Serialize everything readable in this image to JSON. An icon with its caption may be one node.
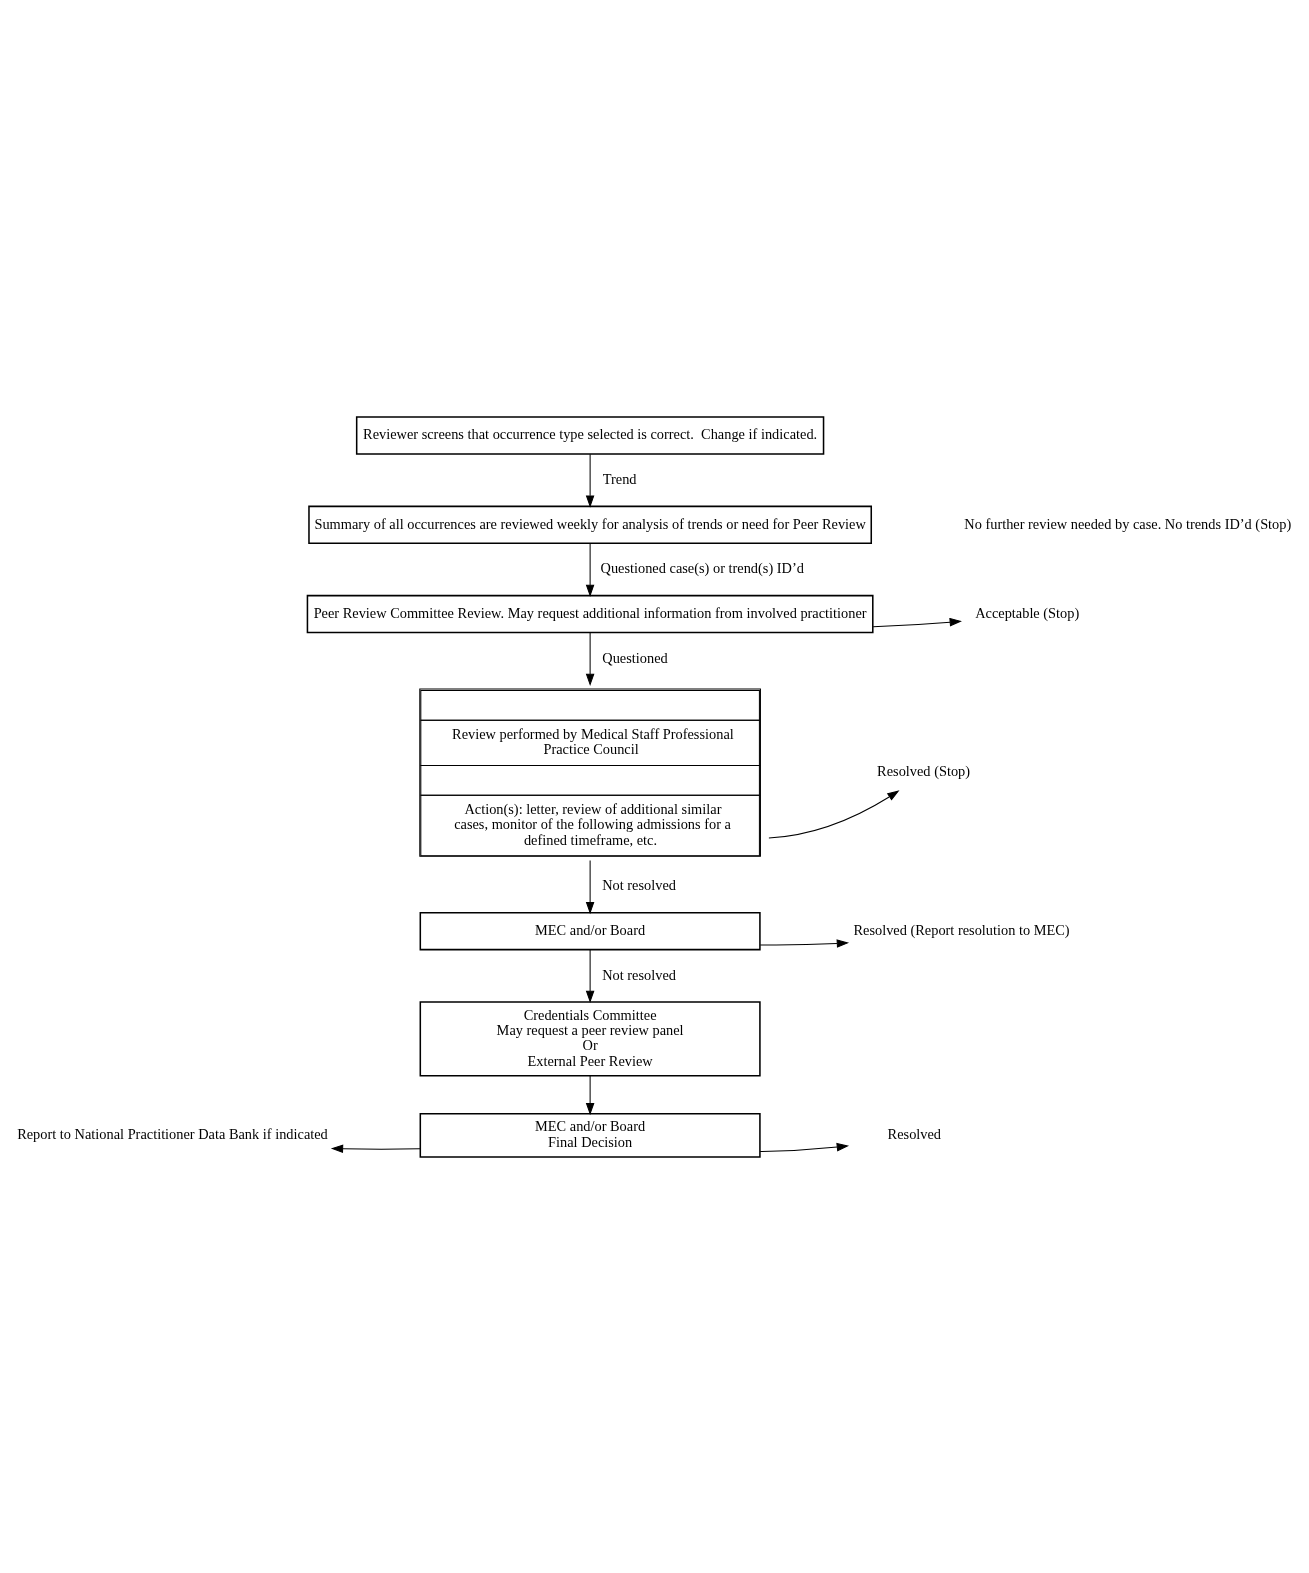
{
  "diagram": {
    "nodes": [
      {
        "text": [
          "Reviewer screens that occurrence type selected is correct.  Change if indicated."
        ]
      },
      {
        "text": [
          "Summary of all occurrences are reviewed weekly for analysis of trends or need for Peer Review"
        ]
      },
      {
        "text": [
          "Peer Review Committee Review. May request additional information from involved practitioner"
        ]
      },
      {
        "text": [
          "Acceptable (Stop)"
        ]
      },
      {
        "text": [
          "Review performed by Medical Staff Professional Practice Council",
          "Action(s): letter, review of additional similar cases, monitor of the following admissions for a defined timeframe, etc."
        ]
      },
      {
        "text": [
          "Resolved (Stop)"
        ]
      },
      {
        "text": [
          "MEC and/or Board"
        ]
      },
      {
        "text": [
          "Resolved (Report resolution to MEC)"
        ]
      },
      {
        "text": [
          "Credentials Committee",
          "May request a peer review panel",
          "Or",
          "External Peer Review"
        ]
      },
      {
        "text": [
          "MEC and/or Board",
          "Final Decision"
        ]
      },
      {
        "text": [
          "Report to National Practitioner Data Bank if indicated"
        ]
      },
      {
        "text": [
          "Resolved"
        ]
      }
    ],
    "edges": [
      {
        "from": 0,
        "to": 1,
        "arrow": "to",
        "label": "Trend"
      },
      {
        "from": 1,
        "to": 2,
        "arrow": "to",
        "label": "Questioned case(s) or trend(s) ID’d"
      },
      {
        "from": 2,
        "to": 3,
        "arrow": "to"
      },
      {
        "from": 2,
        "to": 4,
        "arrow": "to",
        "label": "Questioned"
      },
      {
        "from": 4,
        "to": 5,
        "arrow": "to"
      },
      {
        "from": 4,
        "to": 6,
        "arrow": "to",
        "label": "Not resolved"
      },
      {
        "from": 6,
        "to": 7,
        "arrow": "to"
      },
      {
        "from": 6,
        "to": 8,
        "arrow": "to",
        "label": "Not resolved"
      },
      {
        "from": 8,
        "to": 9,
        "arrow": "to"
      },
      {
        "from": 9,
        "to": 10,
        "arrow": "to"
      },
      {
        "from": 9,
        "to": 11,
        "arrow": "to"
      }
    ],
    "labels": [
      "No further review needed by case. No trends ID’d (Stop)"
    ]
  }
}
